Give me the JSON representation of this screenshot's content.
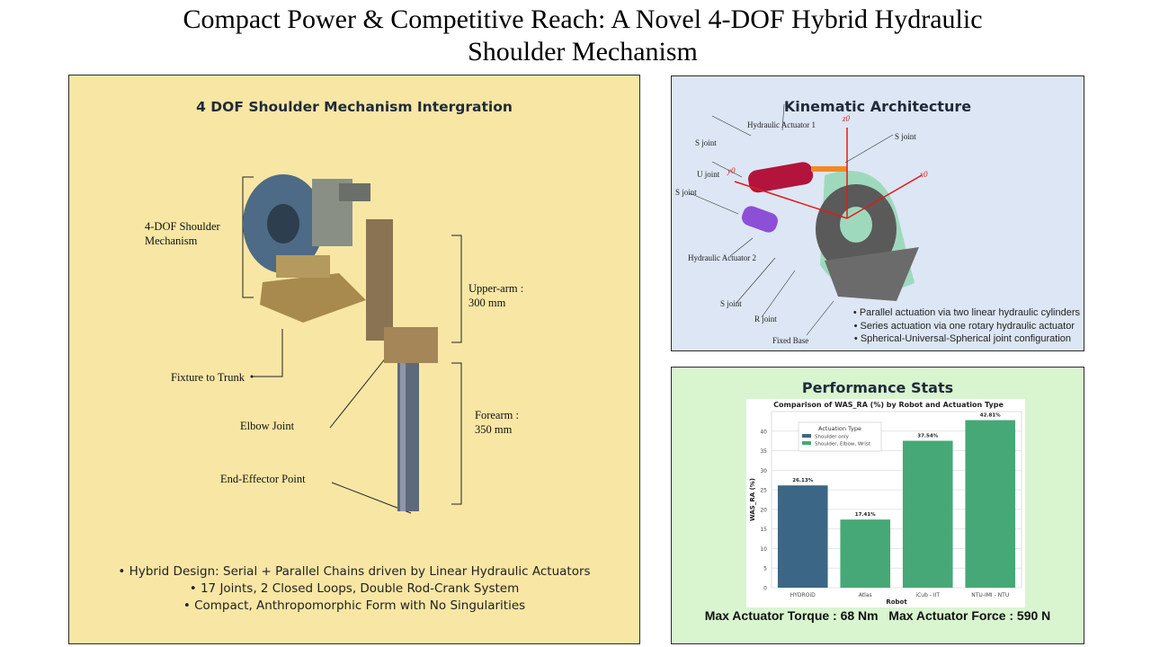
{
  "title": {
    "line1": "Compact Power & Competitive Reach: A Novel 4-DOF Hybrid Hydraulic",
    "line2": "Shoulder Mechanism"
  },
  "left": {
    "heading": "4 DOF Shoulder Mechanism Intergration",
    "labels": {
      "shoulder1": "4-DOF Shoulder",
      "shoulder2": "Mechanism",
      "upper1": "Upper-arm :",
      "upper2": "300 mm",
      "fixture": "Fixture to Trunk",
      "elbow": "Elbow Joint",
      "fore1": "Forearm :",
      "fore2": "350 mm",
      "effector": "End-Effector Point"
    },
    "bullets": [
      "• Hybrid Design: Serial + Parallel Chains driven by Linear Hydraulic Actuators",
      "• 17 Joints, 2 Closed Loops, Double Rod-Crank System",
      "• Compact, Anthropomorphic Form with No Singularities"
    ]
  },
  "kinematic": {
    "heading": "Kinematic Architecture",
    "labels": {
      "ha1": "Hydraulic Actuator 1",
      "s1": "S joint",
      "s2": "S joint",
      "u": "U joint",
      "s3": "S joint",
      "ha2": "Hydraulic Actuator 2",
      "s4": "S joint",
      "r": "R joint",
      "base": "Fixed Base",
      "z": "z0",
      "y": "y0",
      "x": "x0"
    },
    "bullets": [
      "• Parallel actuation via two linear hydraulic cylinders",
      "• Series actuation via one rotary hydraulic actuator",
      "• Spherical-Universal-Spherical joint configuration"
    ]
  },
  "performance": {
    "heading": "Performance Stats",
    "torque": "Max Actuator Torque : 68 Nm",
    "force": "Max Actuator Force : 590 N"
  },
  "chart_data": {
    "type": "bar",
    "title": "Comparison of WAS_RA (%) by Robot and Actuation Type",
    "xlabel": "Robot",
    "ylabel": "WAS_RA (%)",
    "ylim": [
      0,
      45
    ],
    "yticks": [
      "0",
      "5",
      "10",
      "15",
      "20",
      "25",
      "30",
      "35",
      "40"
    ],
    "categories": [
      "HYDROiD",
      "Atlas",
      "iCub - IIT",
      "NTU-IMI - NTU"
    ],
    "values": [
      26.13,
      17.41,
      37.54,
      42.81
    ],
    "data_labels": [
      "26.13%",
      "17.41%",
      "37.54%",
      "42.81%"
    ],
    "groups": [
      0,
      1,
      1,
      1
    ],
    "legend": {
      "title": "Actuation Type",
      "entries": [
        "Shoulder only",
        "Shoulder, Elbow, Wrist"
      ],
      "placement": "top-left"
    },
    "colors": [
      "#3b6685",
      "#46a877"
    ],
    "grid": true
  }
}
